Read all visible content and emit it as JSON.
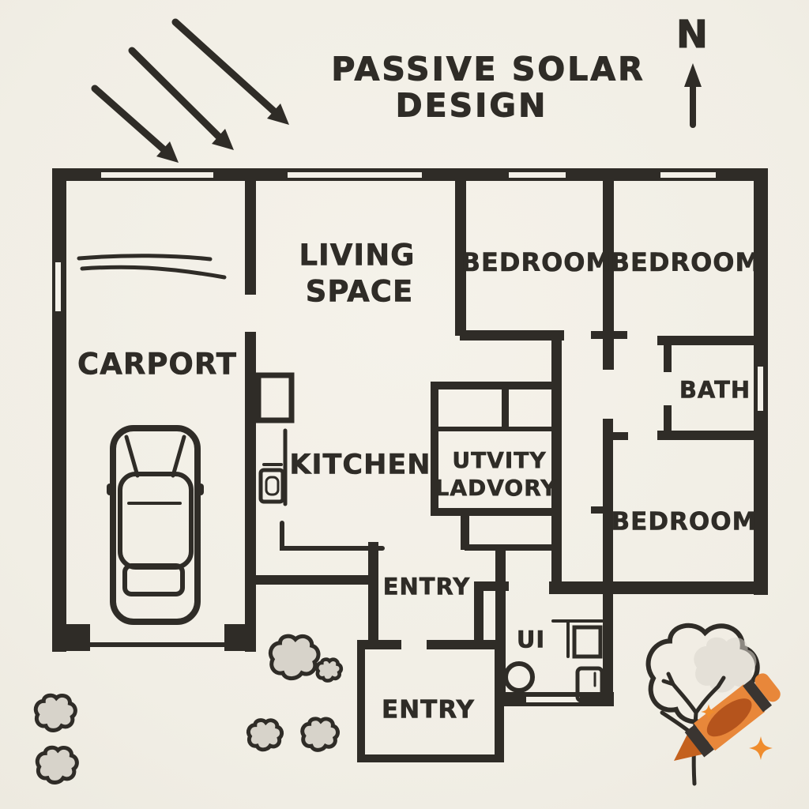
{
  "title": {
    "line1": "PASSIVE SOLAR",
    "line2": "DESIGN"
  },
  "compass": {
    "north_label": "N"
  },
  "rooms": {
    "carport": {
      "label": "CARPORT"
    },
    "living_space": {
      "line1": "LIVING",
      "line2": "SPACE"
    },
    "bedroom_top_left": {
      "label": "BEDROOM"
    },
    "bedroom_top_right": {
      "label": "BEDROOM"
    },
    "bath": {
      "label": "BATH"
    },
    "bedroom_bottom": {
      "label": "BEDROOM"
    },
    "kitchen": {
      "label": "KITCHEN"
    },
    "utility": {
      "line1": "UTVITY",
      "line2": "LADVORY"
    },
    "entry_hall": {
      "label": "ENTRY"
    },
    "entry_porch": {
      "label": "ENTRY"
    },
    "wc": {
      "label": "UI"
    }
  },
  "icons": {
    "sun_arrows": "three-diagonal-sun-arrows",
    "north_arrow": "north-up-arrow",
    "car": "car-top-view",
    "tree": "round-canopy-tree",
    "bushes": "shrub-clusters",
    "logo": "orange-crayon-with-sparkles"
  },
  "colors": {
    "paper": "#f3f0e8",
    "ink": "#2f2c27",
    "bush_fill": "#d7d3ca",
    "crayon_body": "#e8873a",
    "crayon_shadow": "#b5541c",
    "crayon_tip": "#c4611e",
    "crayon_stripe": "#3a3531",
    "sparkle": "#ef8c2d"
  }
}
